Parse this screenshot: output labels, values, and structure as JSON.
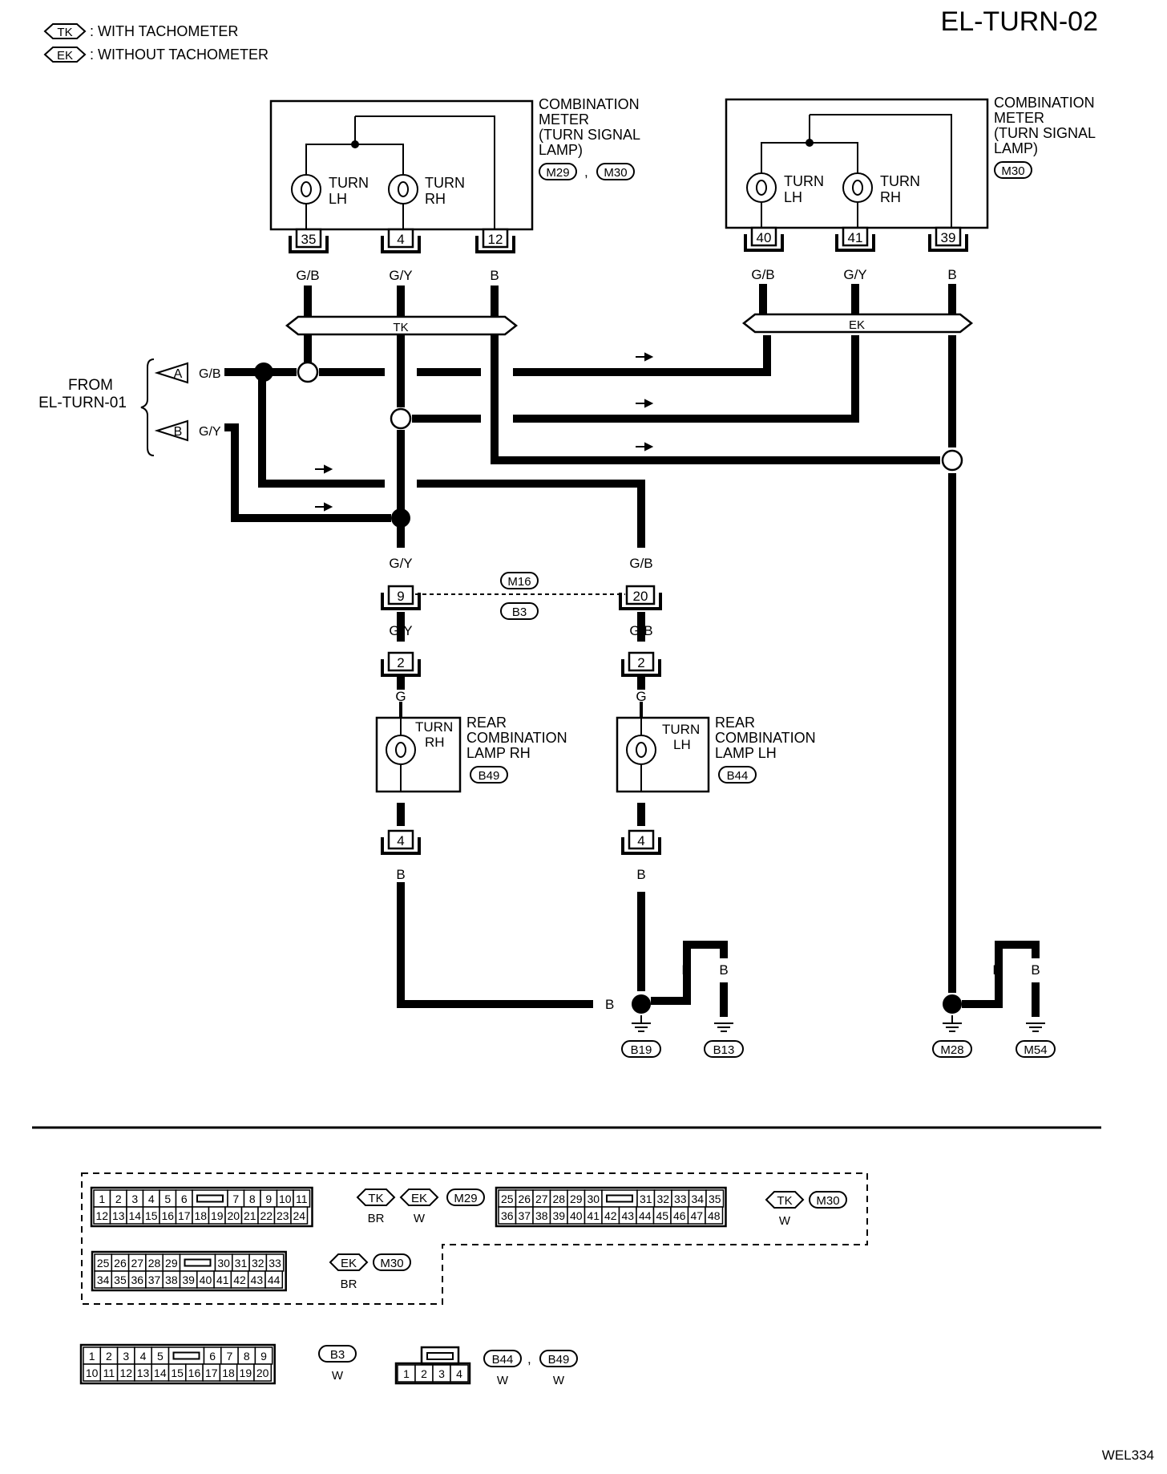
{
  "page": {
    "title": "EL-TURN-02",
    "code": "WEL334"
  },
  "legend": [
    {
      "tag": "TK",
      "text": ": WITH TACHOMETER"
    },
    {
      "tag": "EK",
      "text": ": WITHOUT TACHOMETER"
    }
  ],
  "meter_tk": {
    "title": [
      "COMBINATION",
      "METER",
      "(TURN SIGNAL",
      "LAMP)"
    ],
    "refs": [
      "M29",
      "M30"
    ],
    "lamps": [
      [
        "TURN",
        "LH"
      ],
      [
        "TURN",
        "RH"
      ]
    ],
    "pins": [
      "35",
      "4",
      "12"
    ],
    "wires": [
      "G/B",
      "G/Y",
      "B"
    ]
  },
  "meter_ek": {
    "title": [
      "COMBINATION",
      "METER",
      "(TURN SIGNAL",
      "LAMP)"
    ],
    "refs": [
      "M30"
    ],
    "lamps": [
      [
        "TURN",
        "LH"
      ],
      [
        "TURN",
        "RH"
      ]
    ],
    "pins": [
      "40",
      "41",
      "39"
    ],
    "wires": [
      "G/B",
      "G/Y",
      "B"
    ]
  },
  "options": {
    "tk": "TK",
    "ek": "EK"
  },
  "from": {
    "label": [
      "FROM",
      "EL-TURN-01"
    ],
    "a": "A",
    "b": "B",
    "a_wire": "G/B",
    "b_wire": "G/Y"
  },
  "joint": {
    "left_top_wire": "G/Y",
    "right_top_wire": "G/B",
    "left_pin": "9",
    "right_pin": "20",
    "connectors": [
      "M16",
      "B3"
    ],
    "left_bottom_wire": "G/Y",
    "right_bottom_wire": "G/B"
  },
  "lamp_rh": {
    "pin": "2",
    "wire": "G",
    "lamp": [
      "TURN",
      "RH"
    ],
    "title": [
      "REAR",
      "COMBINATION",
      "LAMP RH"
    ],
    "ref": "B49",
    "wire_out": "B",
    "pin2": "4",
    "wire2": "B"
  },
  "lamp_lh": {
    "pin": "2",
    "wire": "G",
    "lamp": [
      "TURN",
      "LH"
    ],
    "title": [
      "REAR",
      "COMBINATION",
      "LAMP LH"
    ],
    "ref": "B44",
    "wire_out": "B",
    "pin2": "4",
    "wire2": "B"
  },
  "grounds": {
    "wire_b": "B",
    "names": [
      "B19",
      "B13",
      "M28",
      "M54"
    ]
  },
  "connectors": {
    "m29": {
      "top": [
        "1",
        "2",
        "3",
        "4",
        "5",
        "6",
        "7",
        "8",
        "9",
        "10",
        "11"
      ],
      "bottom": [
        "12",
        "13",
        "14",
        "15",
        "16",
        "17",
        "18",
        "19",
        "20",
        "21",
        "22",
        "23",
        "24"
      ],
      "tags": [
        "TK",
        "EK"
      ],
      "colors": [
        "BR",
        "W"
      ],
      "ref": "M29"
    },
    "m30_tk": {
      "top": [
        "25",
        "26",
        "27",
        "28",
        "29",
        "30",
        "31",
        "32",
        "33",
        "34",
        "35"
      ],
      "bottom": [
        "36",
        "37",
        "38",
        "39",
        "40",
        "41",
        "42",
        "43",
        "44",
        "45",
        "46",
        "47",
        "48"
      ],
      "tag": "TK",
      "color": "W",
      "ref": "M30"
    },
    "m30_ek": {
      "top": [
        "25",
        "26",
        "27",
        "28",
        "29",
        "30",
        "31",
        "32",
        "33"
      ],
      "bottom": [
        "34",
        "35",
        "36",
        "37",
        "38",
        "39",
        "40",
        "41",
        "42",
        "43",
        "44"
      ],
      "tag": "EK",
      "color": "BR",
      "ref": "M30"
    },
    "b3": {
      "top": [
        "1",
        "2",
        "3",
        "4",
        "5",
        "6",
        "7",
        "8",
        "9"
      ],
      "bottom": [
        "10",
        "11",
        "12",
        "13",
        "14",
        "15",
        "16",
        "17",
        "18",
        "19",
        "20"
      ],
      "ref": "B3",
      "color": "W"
    },
    "b44": {
      "cells": [
        "1",
        "2",
        "3",
        "4"
      ],
      "refs": [
        "B44",
        "B49"
      ],
      "colors": [
        "W",
        "W"
      ]
    }
  }
}
